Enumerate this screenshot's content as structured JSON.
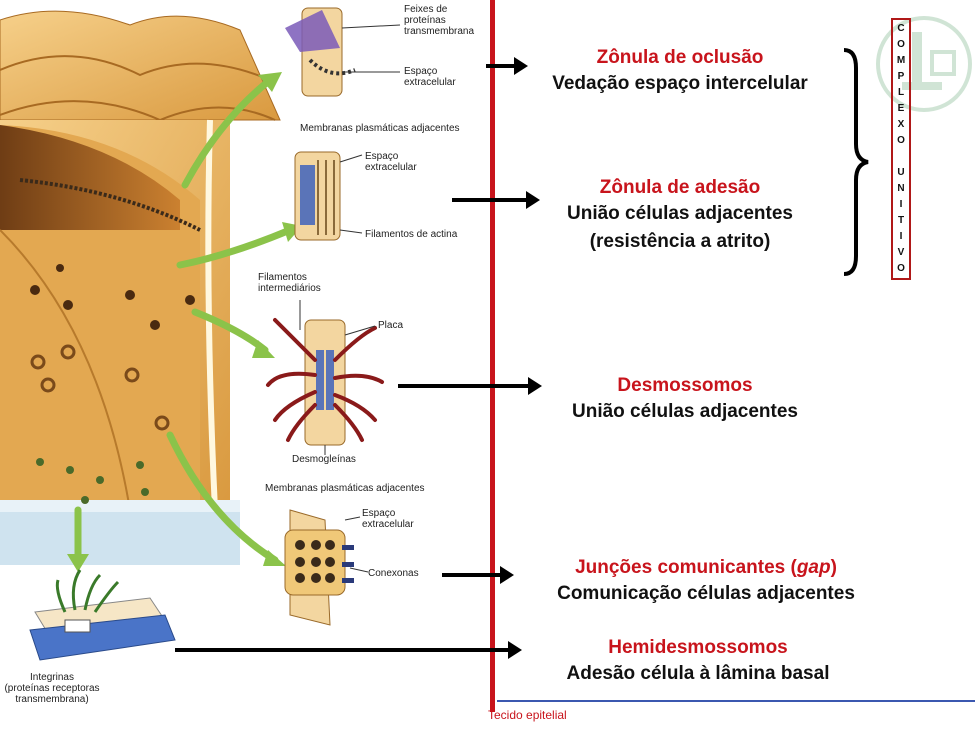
{
  "illustration_labels": {
    "feixes": "Feixes de\nproteínas\ntransmembrana",
    "espaco_top": "Espaço\nextracelular",
    "membranas_1": "Membranas plasmáticas adjacentes",
    "espaco_mid": "Espaço\nextracelular",
    "filamentos_actina": "Filamentos de actina",
    "filamentos_intermediarios": "Filamentos\nintermediários",
    "placa": "Placa",
    "desmogleinas": "Desmogleínas",
    "membranas_2": "Membranas plasmáticas adjacentes",
    "espaco_low": "Espaço\nextracelular",
    "conexonas": "Conexonas",
    "integrinas": "Integrinas\n(proteínas receptoras\ntransmembrana)"
  },
  "junctions": [
    {
      "title": "Zônula de oclusão",
      "desc": "Vedação espaço intercelular"
    },
    {
      "title": "Zônula de adesão",
      "desc": "União células adjacentes\n(resistência a atrito)"
    },
    {
      "title": "Desmossomos",
      "desc": "União células adjacentes"
    },
    {
      "title_pre": "Junções comunicantes (",
      "title_em": "gap",
      "title_post": ")",
      "desc": "Comunicação células adjacentes"
    },
    {
      "title": "Hemidesmossomos",
      "desc": "Adesão célula à lâmina basal"
    }
  ],
  "complex_label": [
    "C",
    "O",
    "M",
    "P",
    "L",
    "E",
    "X",
    "O",
    "",
    "U",
    "N",
    "I",
    "T",
    "I",
    "V",
    "O"
  ],
  "footer": "Tecido epitelial",
  "colors": {
    "accent_red": "#c8141c",
    "line_blue": "#3b58b0",
    "cell_tan": "#e9b565",
    "arrow_green": "#8bc34a"
  },
  "logo_icon": "microscope-watermark-icon"
}
